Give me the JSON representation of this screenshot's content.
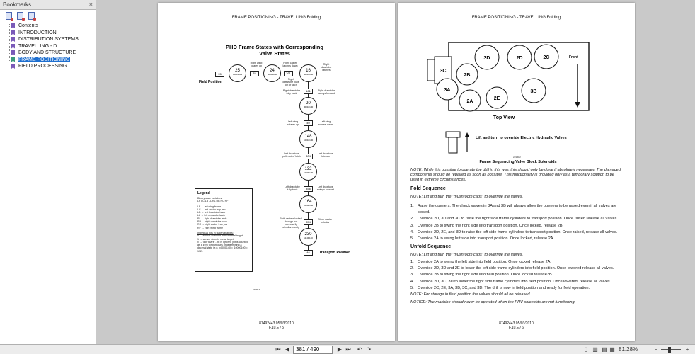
{
  "sidebar": {
    "title": "Bookmarks",
    "close": "×",
    "items": [
      {
        "label": "Contents"
      },
      {
        "label": "INTRODUCTION"
      },
      {
        "label": "DISTRIBUTION SYSTEMS"
      },
      {
        "label": "TRAVELLING - D"
      },
      {
        "label": "BODY AND STRUCTURE"
      },
      {
        "label": "FRAME POSITIONING"
      },
      {
        "label": "FIELD PROCESSING"
      }
    ]
  },
  "page1": {
    "header": "FRAME POSITIONING - TRAVELLING Folding",
    "title_line1": "PHD Frame States with Corresponding",
    "title_line2": "Valve States",
    "field_position": "Field Position",
    "transport_position": "Transport Position",
    "nodes": [
      {
        "n": "25",
        "s": "00011001"
      },
      {
        "n": "24",
        "s": "00011000"
      },
      {
        "n": "16",
        "s": "00010000"
      },
      {
        "n": "20",
        "s": "00010100"
      },
      {
        "n": "148",
        "s": "10010100"
      },
      {
        "n": "132",
        "s": "10000100"
      },
      {
        "n": "164",
        "s": "10100100"
      },
      {
        "n": "230",
        "s": "11100110"
      }
    ],
    "boxes": [
      "95",
      "35",
      "161",
      "161",
      "40",
      "304",
      "356",
      "354",
      "46"
    ],
    "notes": {
      "n1": "Right wing rotates up",
      "n2": "Right caster latches down",
      "n3": "Right drawtube latches",
      "n4": "Right drawtube pulls out of latch",
      "n5": "Right drawtube fully back",
      "n6": "Right drawtube swings forward",
      "n7": "Left wing rotates up",
      "n8": "Left wing rotates down",
      "n9": "Left drawtube pulls out of latch",
      "n10": "Left drawtube latches",
      "n11": "Left drawtube fully back",
      "n12": "Left drawtube swings forward",
      "n13": "Both casters locked through not necessarily simultaneously",
      "n14": "Either caster unlocks"
    },
    "legend": {
      "title": "Legend",
      "binary_label": "Binary state variables:",
      "binary_vars": "LF LC LB LL RL RB RC RF",
      "defs": [
        "LF → left wing frame",
        "LC → left caster trap jaw",
        "LB → left drawtube back",
        "LL → left drawtube latch",
        "RL → right drawtube latch",
        "RB → right drawtube back",
        "RC → right caster trap jaw",
        "RF → right wing frame"
      ],
      "indiv_label": "Individual bits in state variables:",
      "indiv_defs": [
        "0 → sensor does not detect metal target",
        "1 → sensor detects metal target",
        "x → 'don't care' - bit is ignored (bit is counted as a zero for purposes of determining a decimal state (e.g. 'x0000140 = '10000100 = 132)."
      ]
    },
    "fig_code": "24980 5",
    "footer_line1": "87492443 05/03/2010",
    "footer_line2": "F.10.E / 5"
  },
  "page2": {
    "header": "FRAME POSITIONING - TRAVELLING Folding",
    "valves": [
      "3C",
      "3D",
      "2D",
      "2C",
      "2B",
      "3A",
      "2A",
      "2E",
      "3B"
    ],
    "front": "Front",
    "top_view": "Top View",
    "override_label": "Lift and turn to override Electric Hydraulic Valves",
    "fig_code": "24980 2",
    "fig_caption": "Frame Sequencing Valve Block Solenoids",
    "note1": "NOTE: While it is possible to operate the drill in this way, this should only be done if absolutely necessary. The damaged components should be repaired as soon as possible. This functionality is provided only as a temporary solution to be used in extreme circumstances.",
    "fold_title": "Fold Sequence",
    "fold_note": "NOTE: Lift and turn the \"mushroom caps\" to override the valves.",
    "fold_steps": [
      "Raise the openers. The check valves in 3A and 3B will always allow the openers to be raised even if all valves are closed.",
      "Override 2D, 3D and 3C to raise the right side frame cylinders to transport position. Once raised release all valves.",
      "Override 2B to swing the right side into transport position. Once locked, release 2B.",
      "Override 2D, 2E, and 3D to raise the left side frame cylinders to transport position. Once raised, release all valves.",
      "Override 2A to swing left side into transport position. Once locked, release 2A."
    ],
    "unfold_title": "Unfold Sequence",
    "unfold_note": "NOTE: Lift and turn the \"mushroom caps\" to override the valves.",
    "unfold_steps": [
      "Override 2A to swing the left side into field position. Once locked release 2A.",
      "Override 2D, 3D and 2E to lower the left side frame cylinders into field position. Once lowered release all valves.",
      "Override 2B to swing the right side into field position. Once locked release2B.",
      "Override 2D, 3C, 3D to lower the right side frame cylinders into field position. Once lowered, release all valves.",
      "Override 2C, 2E, 3A, 3B, 3C, and 3D. The drill is now in field position and ready for field operation."
    ],
    "note2": "NOTE: For storage in field position the valves should all be released.",
    "note3": "NOTICE: The machine should never be operated when the PRV solenoids are not functioning.",
    "footer_line1": "87492443 05/03/2010",
    "footer_line2": "F.10.E / 6"
  },
  "toolbar": {
    "first": "⏮",
    "prev": "◀",
    "page_value": "381 / 490",
    "next": "▶",
    "last": "⏭",
    "zoom": "81.28%"
  }
}
